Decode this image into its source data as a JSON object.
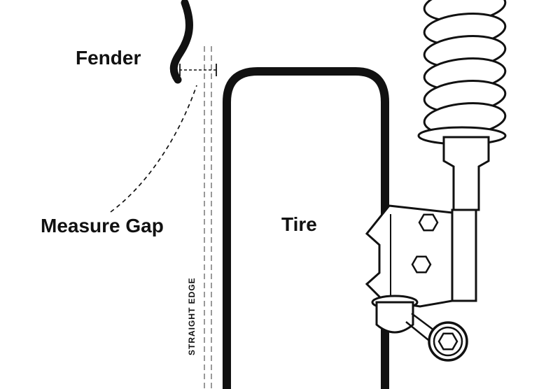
{
  "diagram": {
    "title": "Fender-to-tire gap measurement diagram",
    "labels": {
      "fender": "Fender",
      "measure_gap": "Measure Gap",
      "tire": "Tire",
      "straight_edge": "STRAIGHT EDGE"
    },
    "parts": {
      "fender_edge": "fender-edge-curve",
      "straight_edge_tool": "straight-edge-dashed-lines",
      "gap_mark": "gap-measurement-mark",
      "pointer": "measure-gap-dashed-pointer",
      "tire_outline": "tire-outline",
      "strut": "strut-assembly (coil spring, strut body, steering knuckle, ball joint, tie rod end)"
    },
    "colors": {
      "line": "#111111",
      "dashed_gray": "#999999",
      "background": "#ffffff"
    }
  }
}
